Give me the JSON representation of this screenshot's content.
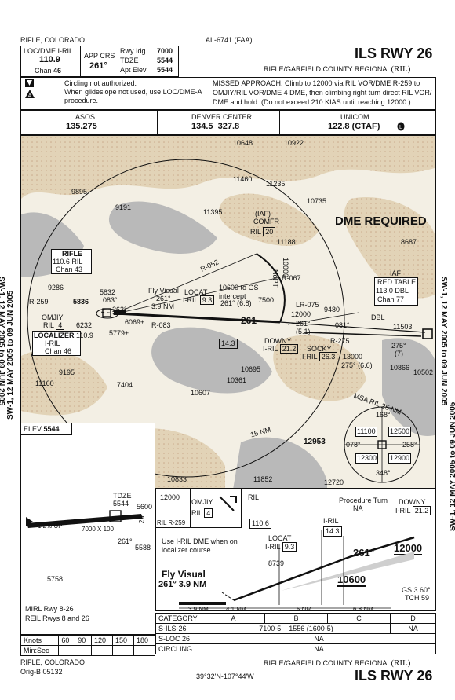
{
  "header": {
    "location": "RIFLE, COLORADO",
    "procedure_id": "AL-6741 (FAA)",
    "title": "ILS RWY 26",
    "airport": "RIFLE/GARFIELD COUNTY REGIONAL",
    "airport_id": "(RIL)"
  },
  "nav_info": {
    "loc_label": "LOC/DME",
    "loc_id": "I-RIL",
    "loc_freq": "110.9",
    "chan_label": "Chan",
    "chan_num": "46",
    "app_crs_label": "APP CRS",
    "app_crs": "261°",
    "rwy_ldg_label": "Rwy Idg",
    "rwy_ldg": "7000",
    "tdze_label": "TDZE",
    "tdze": "5544",
    "apt_elev_label": "Apt Elev",
    "apt_elev": "5544"
  },
  "notes": {
    "note1": "Circling not authorized.",
    "note2": "When glideslope not used, use LOC/DME-A",
    "note3": "procedure.",
    "missed_approach": "MISSED APPROACH: Climb to 12000 via RIL VOR/DME R-259 to OMJIY/RIL VOR/DME 4 DME, then climbing right turn direct RIL VOR/ DME and hold. (Do not exceed 210 KIAS until reaching 12000.)"
  },
  "comms": [
    {
      "label": "ASOS",
      "value": "135.275"
    },
    {
      "label": "DENVER CENTER",
      "value": "134.5  327.8"
    },
    {
      "label": "UNICOM",
      "value": "122.8 (CTAF)"
    }
  ],
  "side_text": {
    "left": "SW-1, 12 MAY 2005 to 09 JUN 2005",
    "right": "SW-1, 12 MAY 2005 to 09 JUN 2005"
  },
  "plan": {
    "dme_required": "DME REQUIRED",
    "terrain_labels": [
      "10648",
      "10922",
      "11460",
      "11235",
      "9895",
      "9191",
      "10735",
      "11395",
      "11188",
      "8687",
      "9286",
      "9480",
      "11503",
      "10695",
      "10866",
      "10361",
      "9195",
      "11160",
      "10502",
      "7404",
      "10607",
      "12953",
      "10833",
      "11852",
      "12720"
    ],
    "iaf_comfr": "(IAF)",
    "comfr": "COMFR",
    "ril_20": "RIL",
    "ril_20_val": "20",
    "r052": "R-052",
    "r067": "R-067",
    "ril_label": "RIFLE",
    "ril_freq": "110.6",
    "ril_id": "RIL",
    "ril_chan": "Chan 43",
    "r259": "R-259",
    "elev_5836": "5836",
    "omjiy": "OMJIY",
    "omjiy_ril": "RIL",
    "omjiy_dme": "4",
    "localizer": "LOCALIZER",
    "loc_freq": "110.9",
    "loc_id": "I-RIL",
    "loc_chan": "Chan 46",
    "v6232": "6232",
    "v5832": "5832",
    "v6069": "6069±",
    "v5779": "5779±",
    "r083": "R-083",
    "c083": "083°",
    "c263": "263°",
    "fly_visual": "Fly Visual",
    "fly_visual_crs": "261°",
    "fly_visual_dist": "3.9 NM",
    "locat": "LOCAT",
    "locat_id": "I-RIL",
    "locat_dme": "9.3",
    "locat_dme2": "14.3",
    "gs_intercept": "10600 to GS intercept",
    "gs_crs": "261° (6.8)",
    "c261": "261",
    "v7500": "7500",
    "v12000": "12000",
    "c261b": "261°",
    "dme51": "(5.1)",
    "v10000": "10000",
    "nopt": "NoPT",
    "downy": "DOWNY",
    "downy_id": "I-RIL",
    "downy_dme": "21.2",
    "socky": "SOCKY",
    "socky_id": "I-RIL",
    "socky_dme": "26.3",
    "r275": "R-275",
    "c081": "081°",
    "lr075": "LR-075",
    "v13000": "13000",
    "c275a": "275° (6.6)",
    "dbl": "DBL",
    "iaf_rt": "IAF",
    "red_table": "RED TABLE",
    "rt_freq": "113.0 DBL",
    "rt_chan": "Chan 77",
    "c275b": "275°",
    "c7": "(7)",
    "ring_15": "15 NM",
    "msa": "MSA RIL 25 NM",
    "msa_v1": "11100",
    "msa_v2": "12500",
    "msa_v3": "12300",
    "msa_v4": "12900",
    "msa_c1": "168°",
    "msa_c2": "078°",
    "msa_c3": "258°",
    "msa_c4": "348°"
  },
  "airport_diagram": {
    "elev_label": "ELEV",
    "elev": "5544",
    "tdze_label": "TDZE",
    "tdze": "5544",
    "v5600": "5600",
    "v5588": "5588",
    "rwy_num": "26",
    "rwy_dims": "7000 X 100",
    "up": "1.2% UP",
    "hdg": "261°",
    "v5758": "5758",
    "mirl": "MIRL Rwy 8-26",
    "reil": "REIL Rwys 8 and 26"
  },
  "profile": {
    "ma_alt": "12000",
    "ma_fix": "RIL R-259",
    "omjiy": "OMJIY",
    "omjiy_ril": "RIL",
    "omjiy_dme": "4",
    "ril": "RIL",
    "ril_freq": "110.6",
    "note": "Use I-RIL DME when on localizer course.",
    "procedure_turn": "Procedure Turn",
    "pt_na": "NA",
    "downy": "DOWNY",
    "downy_id": "I-RIL",
    "downy_dme": "21.2",
    "iril": "I-RIL",
    "iril_dme": "14.3",
    "locat": "LOCAT",
    "locat_id": "I-RIL",
    "locat_dme": "9.3",
    "c261": "261°",
    "v12000": "12000",
    "v8739": "8739",
    "v10600": "10600",
    "fly_visual": "Fly Visual",
    "fly_visual2": "261° 3.9 NM",
    "gs": "GS 3.60°",
    "tch": "TCH 59",
    "d1": "3.9 NM",
    "d2": "4.1 NM",
    "d3": "5 NM",
    "d4": "6.8 NM"
  },
  "minimums": {
    "category_label": "CATEGORY",
    "categories": [
      "A",
      "B",
      "C",
      "D"
    ],
    "rows": [
      {
        "label": "S-ILS-26",
        "abc": "7100-5    1556 (1600-5)",
        "d": "NA"
      },
      {
        "label": "S-LOC 26",
        "abc": "NA",
        "d": ""
      },
      {
        "label": "CIRCLING",
        "abc": "NA",
        "d": ""
      }
    ]
  },
  "timing": {
    "knots_label": "Knots",
    "min_label": "Min:Sec",
    "speeds": [
      "60",
      "90",
      "120",
      "150",
      "180"
    ]
  },
  "footer": {
    "location": "RIFLE, COLORADO",
    "orig": "Orig-B  05132",
    "coords": "39°32'N-107°44'W",
    "airport": "RIFLE/GARFIELD COUNTY REGIONAL",
    "airport_id": "(RIL)",
    "title": "ILS RWY 26"
  }
}
